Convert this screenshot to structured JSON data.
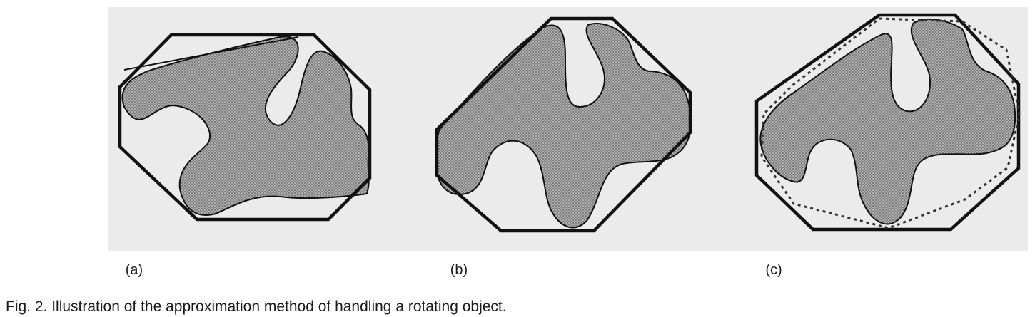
{
  "figure": {
    "panels": [
      {
        "id": "a",
        "label": "(a)"
      },
      {
        "id": "b",
        "label": "(b)"
      },
      {
        "id": "c",
        "label": "(c)"
      }
    ],
    "colors": {
      "background": "#ebebeb",
      "blob_fill": "#a6a6a6",
      "outline": "#111111",
      "dotted_hull": "#333333"
    }
  },
  "caption": "Fig. 2. Illustration of the approximation method of handling a rotating object."
}
